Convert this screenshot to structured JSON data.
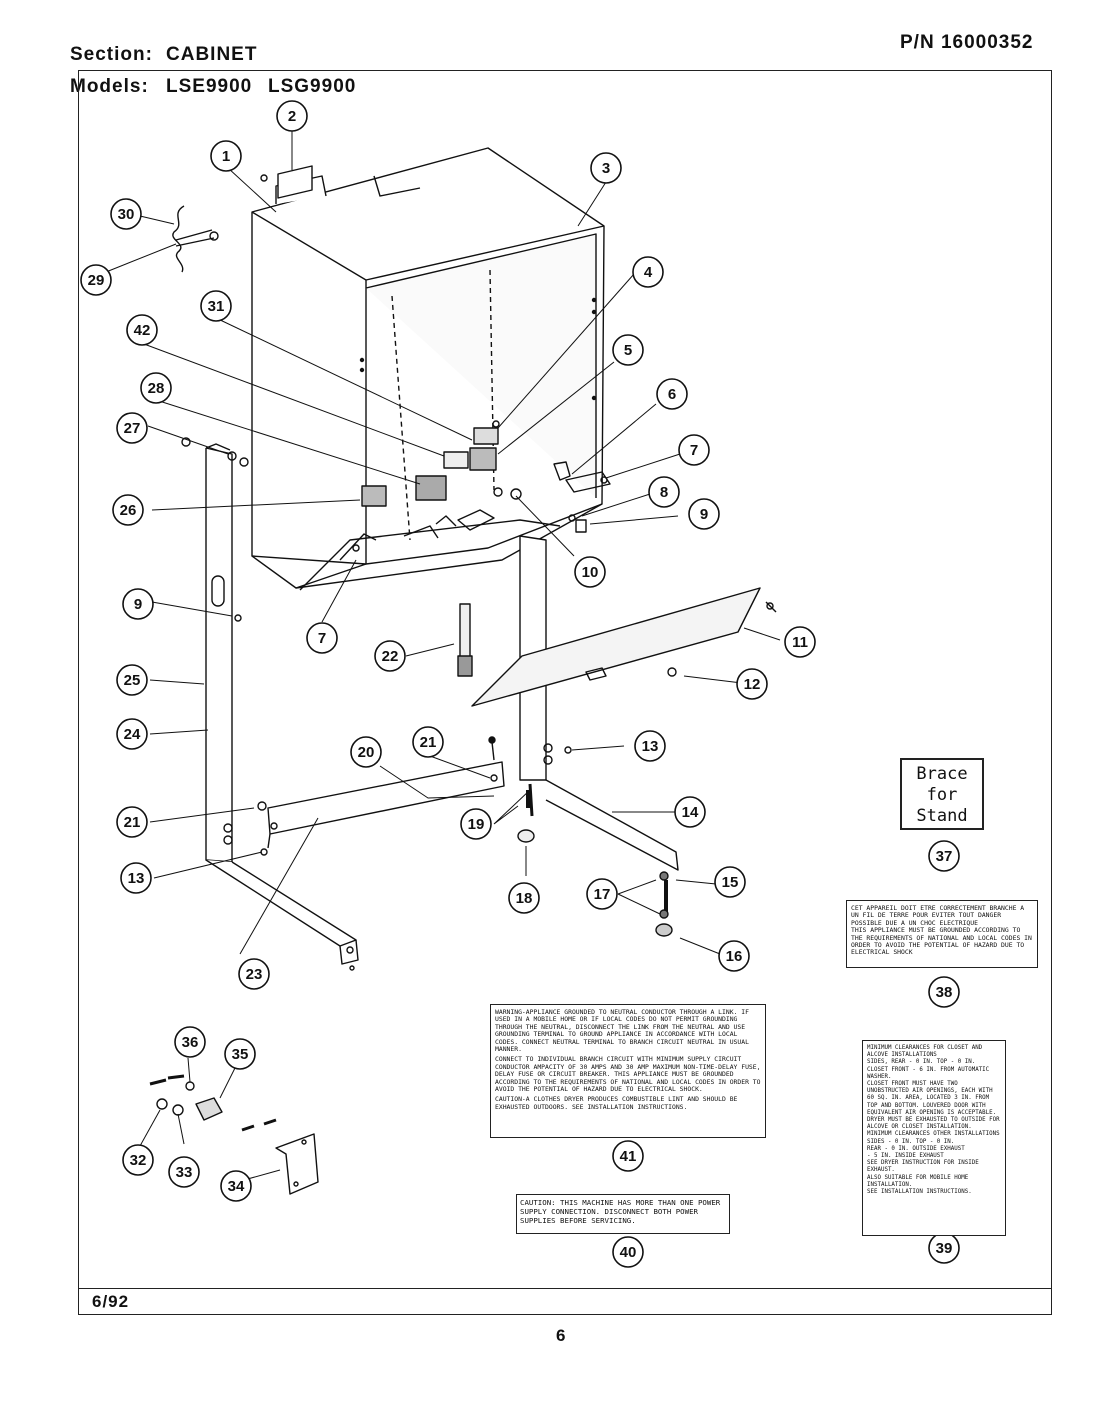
{
  "header": {
    "section_label": "Section:",
    "section_value": "CABINET",
    "models_label": "Models:",
    "model_1": "LSE9900",
    "model_2": "LSG9900",
    "part_number": "P/N 16000352"
  },
  "footer": {
    "date": "6/92",
    "page_number": "6"
  },
  "brace_label": {
    "line1": "Brace",
    "line2": "for",
    "line3": "Stand"
  },
  "labels": {
    "label_38": "CET APPAREIL DOIT ETRE CORRECTEMENT BRANCHE A UN FIL DE TERRE POUR EVITER TOUT DANGER POSSIBLE DUE A UN CHOC ELECTRIQUE\nTHIS APPLIANCE MUST BE GROUNDED ACCORDING TO THE REQUIREMENTS OF NATIONAL AND LOCAL CODES IN ORDER TO AVOID THE POTENTIAL OF HAZARD DUE TO ELECTRICAL SHOCK",
    "label_41_warning": "WARNING-APPLIANCE GROUNDED TO NEUTRAL CONDUCTOR THROUGH A LINK. IF USED IN A MOBILE HOME OR IF LOCAL CODES DO NOT PERMIT GROUNDING THROUGH THE NEUTRAL, DISCONNECT THE LINK FROM THE NEUTRAL AND USE GROUNDING TERMINAL TO GROUND APPLIANCE IN ACCORDANCE WITH LOCAL CODES. CONNECT NEUTRAL TERMINAL TO BRANCH CIRCUIT NEUTRAL IN USUAL MANNER.",
    "label_41_connect": "CONNECT TO INDIVIDUAL BRANCH CIRCUIT WITH MINIMUM SUPPLY CIRCUIT CONDUCTOR AMPACITY OF 30 AMPS AND 30 AMP MAXIMUM NON-TIME-DELAY FUSE, DELAY FUSE OR CIRCUIT BREAKER. THIS APPLIANCE MUST BE GROUNDED ACCORDING TO THE REQUIREMENTS OF NATIONAL AND LOCAL CODES IN ORDER TO AVOID THE POTENTIAL OF HAZARD DUE TO ELECTRICAL SHOCK.",
    "label_41_caution": "CAUTION-A CLOTHES DRYER PRODUCES COMBUSTIBLE LINT AND SHOULD BE EXHAUSTED OUTDOORS. SEE INSTALLATION INSTRUCTIONS.",
    "label_40": "CAUTION: THIS MACHINE HAS MORE THAN ONE POWER SUPPLY CONNECTION. DISCONNECT BOTH POWER SUPPLIES BEFORE SERVICING.",
    "label_39": "MINIMUM CLEARANCES FOR CLOSET AND ALCOVE INSTALLATIONS\nSIDES, REAR - 0 IN. TOP - 0 IN.\nCLOSET FRONT - 6 IN. FROM AUTOMATIC WASHER.\nCLOSET FRONT MUST HAVE TWO UNOBSTRUCTED AIR OPENINGS, EACH WITH 60 SQ. IN. AREA, LOCATED 3 IN. FROM TOP AND BOTTOM. LOUVERED DOOR WITH EQUIVALENT AIR OPENING IS ACCEPTABLE.\nDRYER MUST BE EXHAUSTED TO OUTSIDE FOR ALCOVE OR CLOSET INSTALLATION.\nMINIMUM CLEARANCES OTHER INSTALLATIONS\nSIDES - 0 IN. TOP - 0 IN.\nREAR - 0 IN. OUTSIDE EXHAUST\n- 5 IN. INSIDE EXHAUST\nSEE DRYER INSTRUCTION FOR INSIDE EXHAUST.\nALSO SUITABLE FOR MOBILE HOME INSTALLATION.\nSEE INSTALLATION INSTRUCTIONS."
  },
  "callouts": [
    "1",
    "2",
    "3",
    "4",
    "5",
    "6",
    "7",
    "8",
    "9",
    "10",
    "11",
    "12",
    "13",
    "14",
    "15",
    "16",
    "17",
    "18",
    "19",
    "20",
    "21",
    "22",
    "23",
    "24",
    "25",
    "26",
    "27",
    "28",
    "29",
    "30",
    "31",
    "32",
    "33",
    "34",
    "35",
    "36",
    "37",
    "38",
    "39",
    "40",
    "41",
    "42",
    "7",
    "9",
    "13",
    "21"
  ],
  "colors": {
    "ink": "#111111",
    "paper": "#ffffff",
    "panel_gray": "#f4f4f4"
  }
}
